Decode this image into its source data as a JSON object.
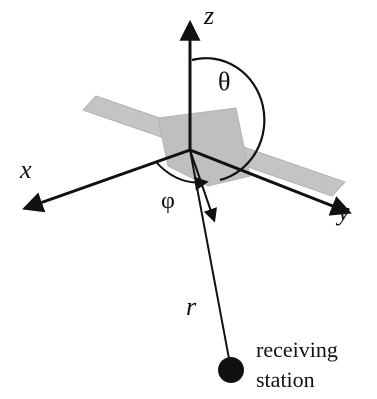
{
  "labels": {
    "x": "x",
    "y": "y",
    "z": "z",
    "theta": "θ",
    "phi": "φ",
    "r": "r",
    "station_line1": "receiving",
    "station_line2": "station"
  },
  "colors": {
    "ink": "#111111",
    "shadow_fill": "#c4c4c4",
    "shadow_stroke": "#b3b3b3"
  }
}
